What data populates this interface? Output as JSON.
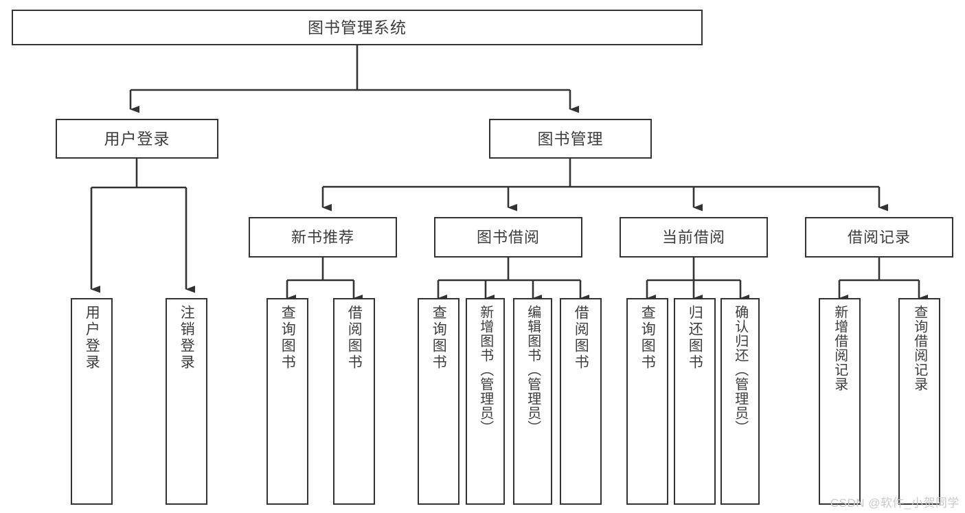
{
  "diagram": {
    "title": "图书管理系统",
    "type": "hierarchy-tree",
    "watermark": "CSDN @软件_小贺同学",
    "colors": {
      "stroke": "#333333",
      "fill": "#ffffff",
      "text": "#3d3d3d",
      "watermark": "#c9c9c9"
    },
    "root": {
      "label": "图书管理系统"
    },
    "level2": [
      {
        "label": "用户登录"
      },
      {
        "label": "图书管理"
      }
    ],
    "level3": [
      {
        "label": "新书推荐"
      },
      {
        "label": "图书借阅"
      },
      {
        "label": "当前借阅"
      },
      {
        "label": "借阅记录"
      }
    ],
    "leaves": {
      "user_login": [
        {
          "label": "用户登录"
        },
        {
          "label": "注销登录"
        }
      ],
      "new_book": [
        {
          "label": "查询图书"
        },
        {
          "label": "借阅图书"
        }
      ],
      "book_borrow": [
        {
          "label": "查询图书"
        },
        {
          "label": "新增图书（管理员）"
        },
        {
          "label": "编辑图书（管理员）"
        },
        {
          "label": "借阅图书"
        }
      ],
      "current_borrow": [
        {
          "label": "查询图书"
        },
        {
          "label": "归还图书"
        },
        {
          "label": "确认归还（管理员）"
        }
      ],
      "borrow_record": [
        {
          "label": "新增借阅记录"
        },
        {
          "label": "查询借阅记录"
        }
      ]
    }
  }
}
